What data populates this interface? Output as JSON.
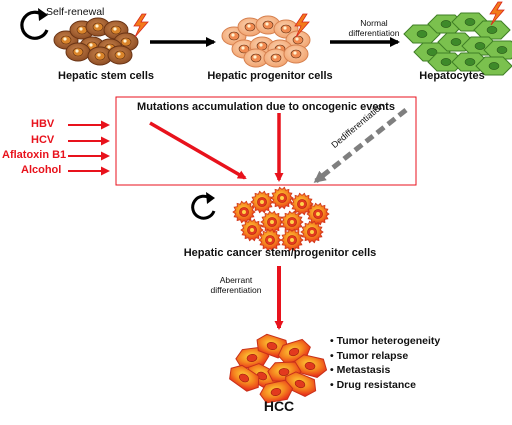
{
  "stages": {
    "stem": "Hepatic stem cells",
    "progenitor": "Hepatic progenitor cells",
    "hepatocytes": "Hepatocytes",
    "cancer_stem": "Hepatic cancer stem/progenitor cells",
    "hcc": "HCC"
  },
  "self_renewal": "Self-renewal",
  "normal_differentiation": [
    "Normal",
    "differentiation"
  ],
  "mutations_box": "Mutations accumulation due to oncogenic events",
  "dedifferentiation": "Dedifferentiation",
  "oncogenic_factors": [
    "HBV",
    "HCV",
    "Aflatoxin B1",
    "Alcohol"
  ],
  "aberrant_differentiation": [
    "Aberrant",
    "differentiation"
  ],
  "outcomes": [
    "Tumor heterogeneity",
    "Tumor relapse",
    "Metastasis",
    "Drug resistance"
  ],
  "colors": {
    "arrow_black": "#000000",
    "arrow_red": "#e8121c",
    "arrow_gray": "#7f7f7f",
    "stem_cells": "#9b5a2e",
    "progenitor_cells": "#f4b183",
    "hepatocytes": "#6fb944",
    "cancer_cells": "#f0561c",
    "nucleus_red": "#d92a1c",
    "lightning": "#f27a1a"
  }
}
